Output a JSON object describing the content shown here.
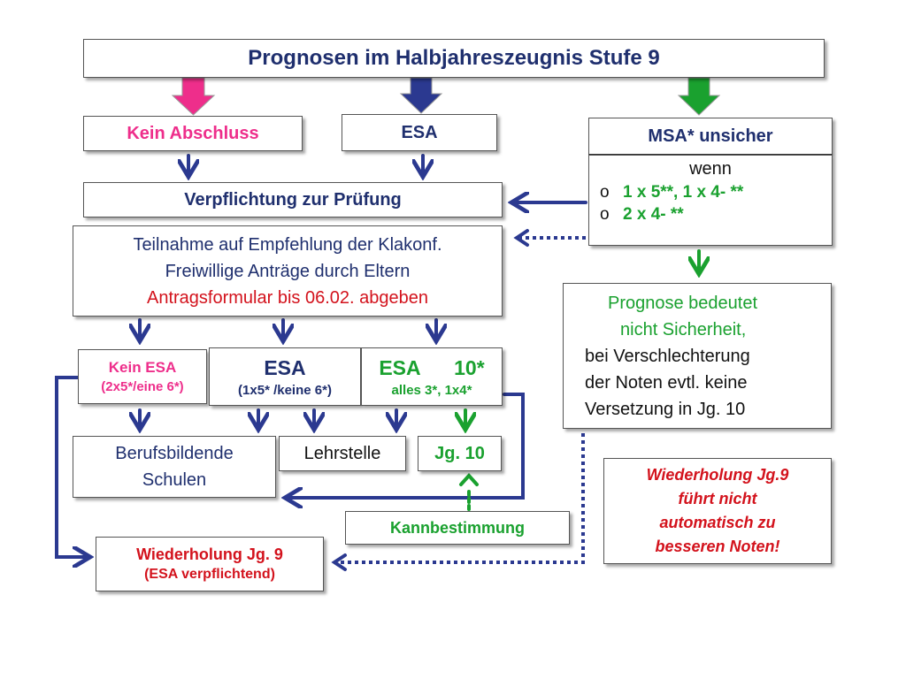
{
  "title": "Prognosen im Halbjahreszeugnis Stufe 9",
  "boxes": {
    "kein_abschluss": "Kein Abschluss",
    "esa": "ESA",
    "msa_unsicher": "MSA* unsicher",
    "wenn": "wenn",
    "conditions": [
      "1 x 5**, 1 x 4- **",
      "2 x 4- **"
    ],
    "verpflichtung": "Verpflichtung zur Prüfung",
    "teilnahme": {
      "line1": "Teilnahme auf Empfehlung der Klakonf.",
      "line2": "Freiwillige Anträge durch Eltern",
      "line3": "Antragsformular bis 06.02. abgeben"
    },
    "prognose": {
      "line1": "Prognose bedeutet",
      "line2": "nicht Sicherheit,",
      "line3": "bei Verschlechterung",
      "line4": "der Noten evtl. keine",
      "line5": "Versetzung in Jg. 10"
    },
    "kein_esa": {
      "title": "Kein ESA",
      "sub": "(2x5*/eine 6*)"
    },
    "esa_result": {
      "title": "ESA",
      "sub": "(1x5* /keine 6*)"
    },
    "esa10": {
      "title": "ESA      10*",
      "sub": "alles 3*, 1x4*"
    },
    "berufsbildende": {
      "line1": "Berufsbildende",
      "line2": "Schulen"
    },
    "lehrstelle": "Lehrstelle",
    "jg10": "Jg. 10",
    "kannbestimmung": "Kannbestimmung",
    "wiederholung": {
      "title": "Wiederholung Jg. 9",
      "sub": "(ESA verpflichtend)"
    },
    "wiederholung_note": {
      "line1": "Wiederholung Jg.9",
      "line2": "führt nicht",
      "line3": "automatisch zu",
      "line4": "besseren Noten!"
    }
  },
  "colors": {
    "pink": "#ee2e8b",
    "navy": "#2b3990",
    "green": "#1aa12f",
    "red": "#d3121c"
  }
}
